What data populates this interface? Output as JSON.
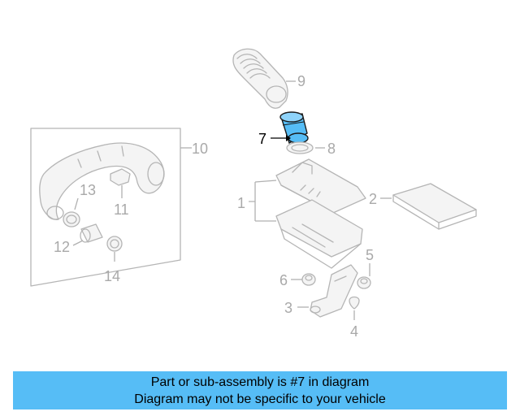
{
  "diagram": {
    "callouts": {
      "c1": "1",
      "c2": "2",
      "c3": "3",
      "c4": "4",
      "c5": "5",
      "c6": "6",
      "c7": "7",
      "c8": "8",
      "c9": "9",
      "c10": "10",
      "c11": "11",
      "c12": "12",
      "c13": "13",
      "c14": "14"
    },
    "highlighted_part": "7",
    "highlight_color": "#56bdf6"
  },
  "banner": {
    "line1": "Part or sub-assembly is #7 in diagram",
    "line2": "Diagram may not be specific to your vehicle",
    "background": "#56bdf6"
  }
}
